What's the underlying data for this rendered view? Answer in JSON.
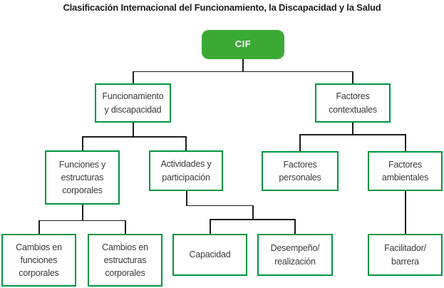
{
  "title": "Clasificación Internacional del Funcionamiento, la Discapacidad y la Salud",
  "palette": {
    "root_fill": "#3aaa35",
    "root_text": "#ffffff",
    "box_border": "#009640",
    "box_fill": "#ffffff",
    "box_text": "#3a3a39",
    "connector": "#1d1d1b",
    "title_text": "#1d1d1b"
  },
  "tree": {
    "label": "CIF",
    "children": [
      {
        "label": "Funcionamiento\ny discapacidad",
        "children": [
          {
            "label": "Funciones y\nestructuras\ncorporales",
            "children": [
              {
                "label": "Cambios en\nfunciones\ncorporales"
              },
              {
                "label": "Cambios en\nestructuras\ncorporales"
              }
            ]
          },
          {
            "label": "Actividades y\nparticipación",
            "children": [
              {
                "label": "Capacidad"
              },
              {
                "label": "Desempeño/\nrealización"
              }
            ]
          }
        ]
      },
      {
        "label": "Factores\ncontextuales",
        "children": [
          {
            "label": "Factores\npersonales"
          },
          {
            "label": "Factores\nambientales",
            "children": [
              {
                "label": "Facilitador/\nbarrera"
              }
            ]
          }
        ]
      }
    ]
  }
}
